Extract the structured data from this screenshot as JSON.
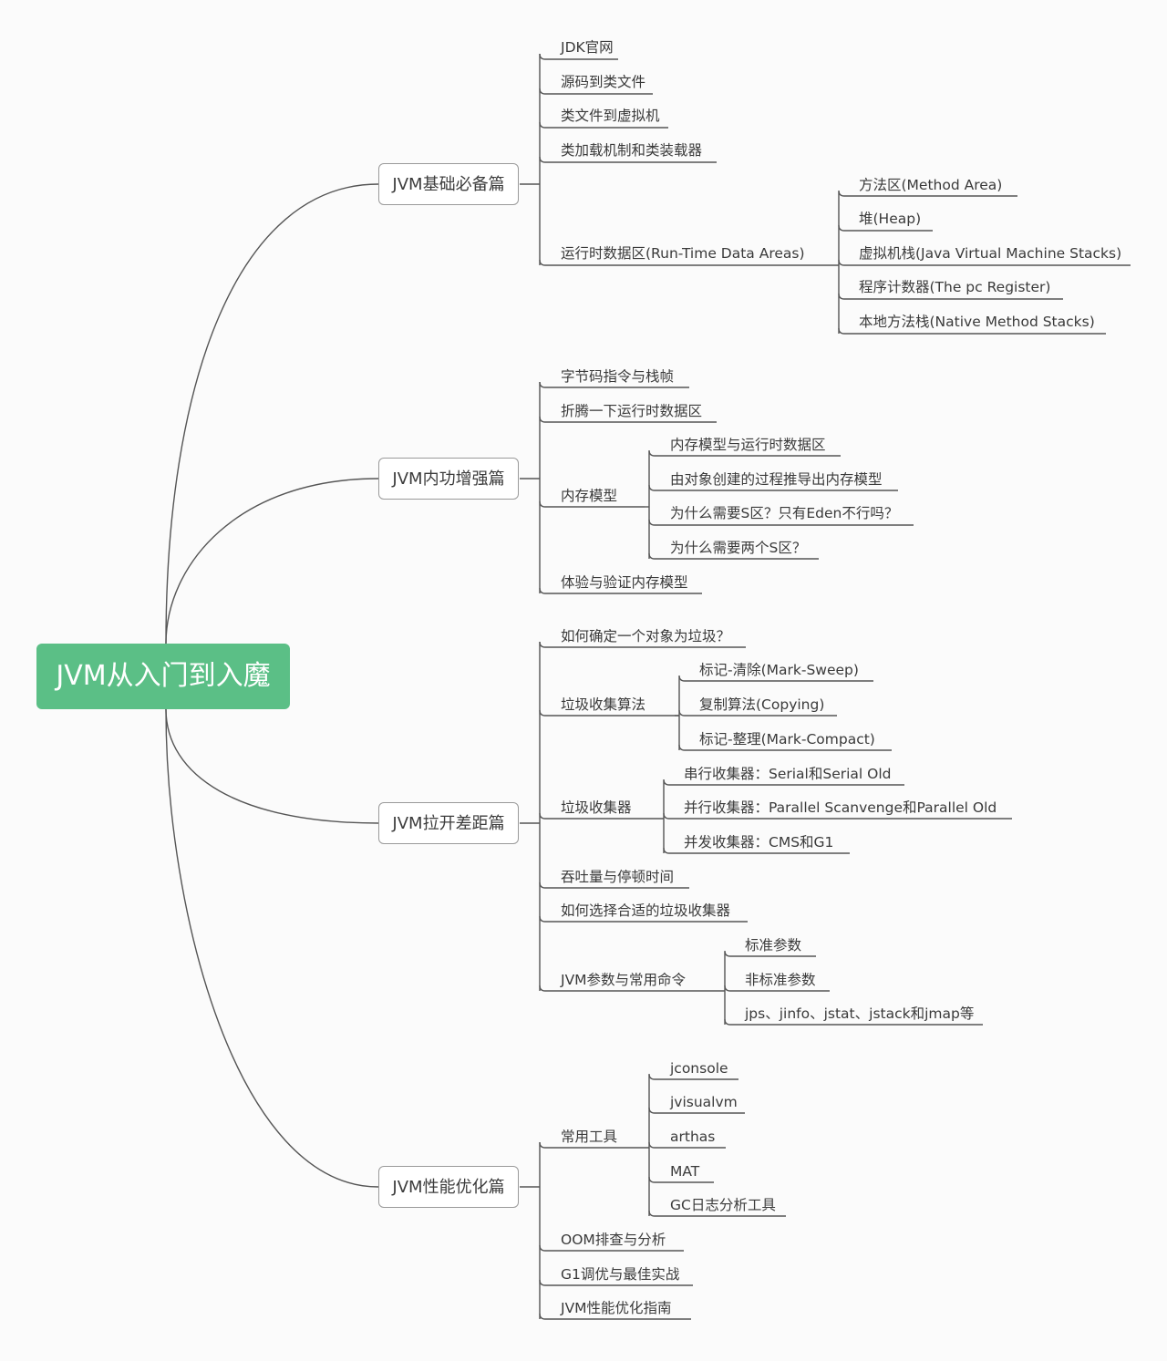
{
  "colors": {
    "root_fill": "#5bbf86",
    "line": "#555555",
    "branch_border": "#9a9a9a"
  },
  "root": {
    "label": "JVM从入门到入魔"
  },
  "branches": [
    {
      "label": "JVM基础必备篇",
      "children": [
        {
          "label": "JDK官网"
        },
        {
          "label": "源码到类文件"
        },
        {
          "label": "类文件到虚拟机"
        },
        {
          "label": "类加载机制和类装载器"
        },
        {
          "label": "运行时数据区(Run-Time Data Areas)",
          "children": [
            {
              "label": "方法区(Method Area)"
            },
            {
              "label": "堆(Heap)"
            },
            {
              "label": "虚拟机栈(Java Virtual Machine Stacks)"
            },
            {
              "label": "程序计数器(The pc Register)"
            },
            {
              "label": "本地方法栈(Native Method Stacks)"
            }
          ]
        }
      ]
    },
    {
      "label": "JVM内功增强篇",
      "children": [
        {
          "label": "字节码指令与栈帧"
        },
        {
          "label": "折腾一下运行时数据区"
        },
        {
          "label": "内存模型",
          "children": [
            {
              "label": "内存模型与运行时数据区"
            },
            {
              "label": "由对象创建的过程推导出内存模型"
            },
            {
              "label": "为什么需要S区？只有Eden不行吗？"
            },
            {
              "label": "为什么需要两个S区？"
            }
          ]
        },
        {
          "label": "体验与验证内存模型"
        }
      ]
    },
    {
      "label": "JVM拉开差距篇",
      "children": [
        {
          "label": "如何确定一个对象为垃圾？"
        },
        {
          "label": "垃圾收集算法",
          "children": [
            {
              "label": "标记-清除(Mark-Sweep)"
            },
            {
              "label": "复制算法(Copying)"
            },
            {
              "label": "标记-整理(Mark-Compact)"
            }
          ]
        },
        {
          "label": "垃圾收集器",
          "children": [
            {
              "label": "串行收集器：Serial和Serial Old"
            },
            {
              "label": "并行收集器：Parallel Scanvenge和Parallel Old"
            },
            {
              "label": "并发收集器：CMS和G1"
            }
          ]
        },
        {
          "label": "吞吐量与停顿时间"
        },
        {
          "label": "如何选择合适的垃圾收集器"
        },
        {
          "label": "JVM参数与常用命令",
          "children": [
            {
              "label": "标准参数"
            },
            {
              "label": "非标准参数"
            },
            {
              "label": "jps、jinfo、jstat、jstack和jmap等"
            }
          ]
        }
      ]
    },
    {
      "label": "JVM性能优化篇",
      "children": [
        {
          "label": "常用工具",
          "children": [
            {
              "label": "jconsole"
            },
            {
              "label": "jvisualvm"
            },
            {
              "label": "arthas"
            },
            {
              "label": "MAT"
            },
            {
              "label": "GC日志分析工具"
            }
          ]
        },
        {
          "label": "OOM排查与分析"
        },
        {
          "label": "G1调优与最佳实战"
        },
        {
          "label": "JVM性能优化指南"
        }
      ]
    }
  ]
}
